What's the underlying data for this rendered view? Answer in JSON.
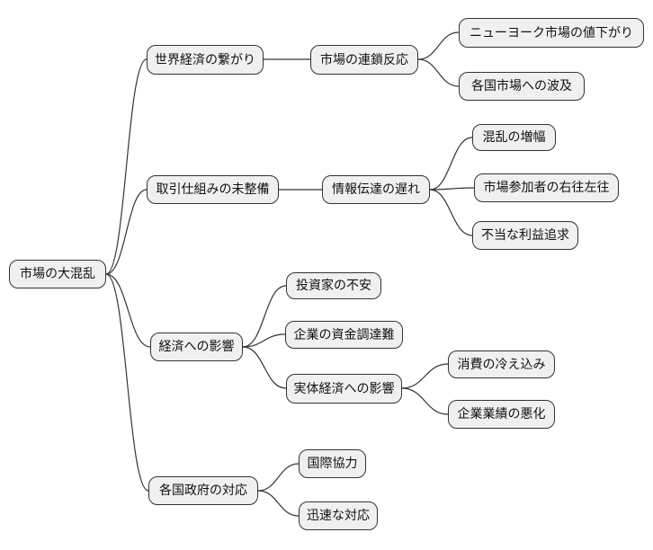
{
  "diagram": {
    "type": "mindmap",
    "colors": {
      "background": "#ffffff",
      "node_fill": "#f0f0f0",
      "node_border": "#333333",
      "edge": "#333333",
      "text": "#111111"
    },
    "root": {
      "label": "市場の大混乱",
      "children": [
        {
          "label": "世界経済の繋がり",
          "children": [
            {
              "label": "市場の連鎖反応",
              "children": [
                {
                  "label": "ニューヨーク市場の値下がり"
                },
                {
                  "label": "各国市場への波及"
                }
              ]
            }
          ]
        },
        {
          "label": "取引仕組みの未整備",
          "children": [
            {
              "label": "情報伝達の遅れ",
              "children": [
                {
                  "label": "混乱の増幅"
                },
                {
                  "label": "市場参加者の右往左往"
                },
                {
                  "label": "不当な利益追求"
                }
              ]
            }
          ]
        },
        {
          "label": "経済への影響",
          "children": [
            {
              "label": "投資家の不安"
            },
            {
              "label": "企業の資金調達難"
            },
            {
              "label": "実体経済への影響",
              "children": [
                {
                  "label": "消費の冷え込み"
                },
                {
                  "label": "企業業績の悪化"
                }
              ]
            }
          ]
        },
        {
          "label": "各国政府の対応",
          "children": [
            {
              "label": "国際協力"
            },
            {
              "label": "迅速な対応"
            }
          ]
        }
      ]
    }
  }
}
